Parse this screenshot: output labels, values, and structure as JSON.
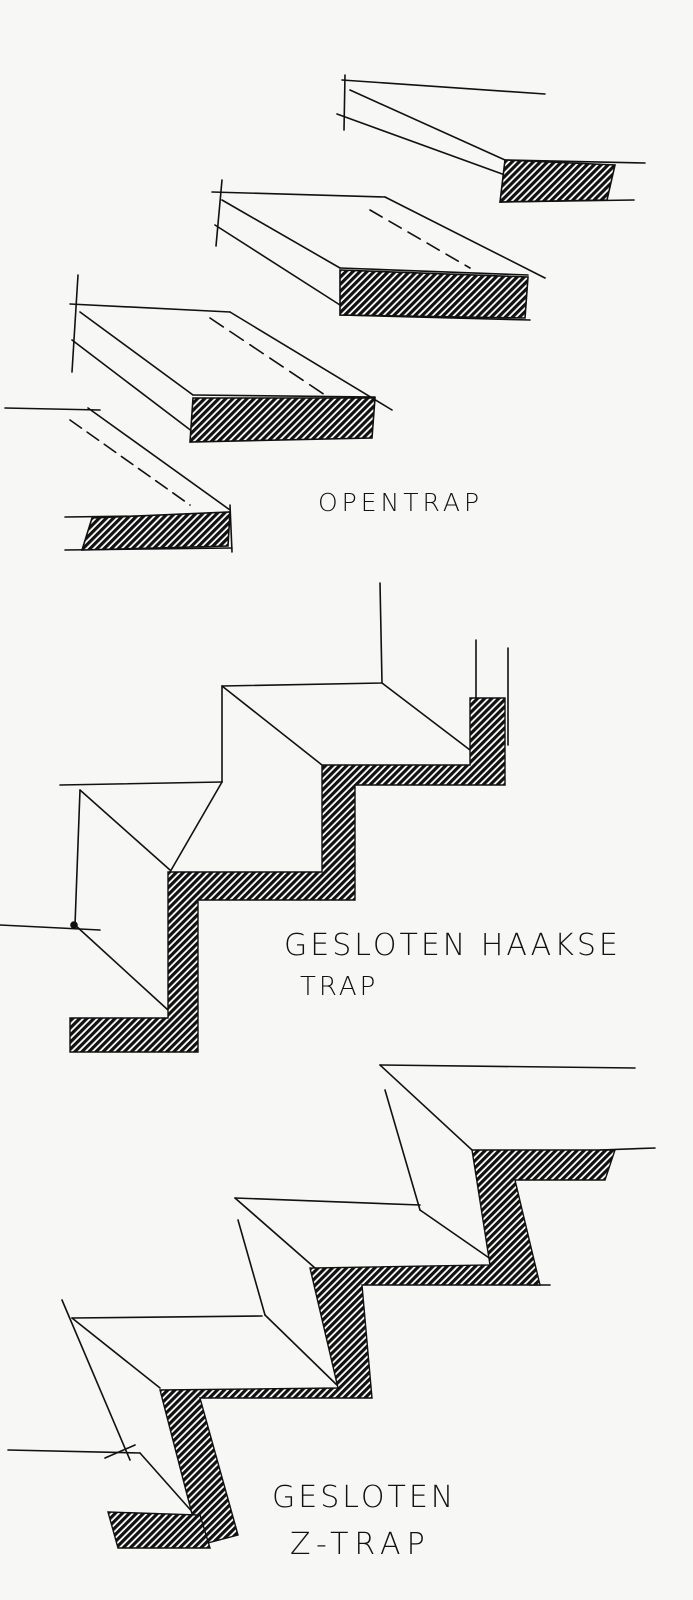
{
  "colors": {
    "ink": "#111111",
    "paper": "#f7f7f5"
  },
  "labels": {
    "open_trap": "OPENTRAP",
    "haakse_line1": "GESLOTEN HAAKSE",
    "haakse_line2": "TRAP",
    "z_line1": "GESLOTEN",
    "z_line2": "Z-TRAP"
  }
}
